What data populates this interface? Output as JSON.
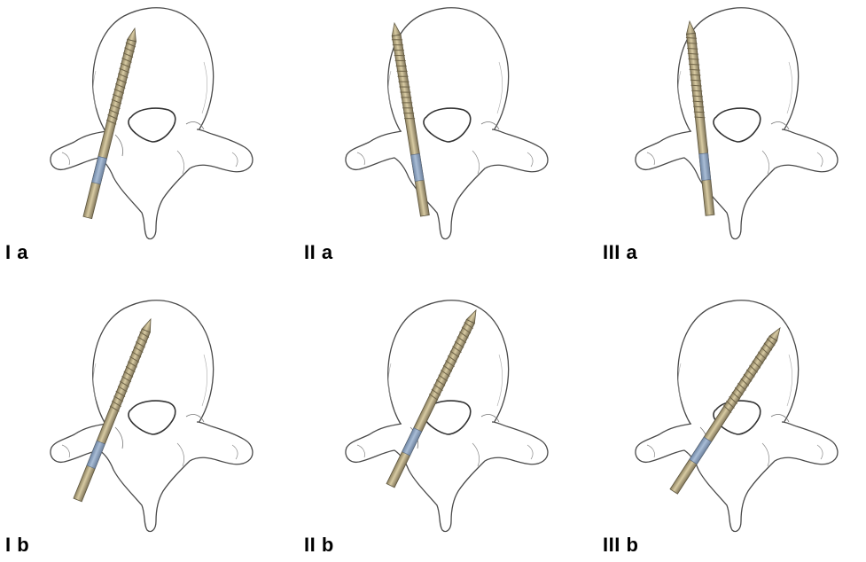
{
  "figure": {
    "panels": [
      {
        "id": "p1",
        "label": "I a"
      },
      {
        "id": "p2",
        "label": "II a"
      },
      {
        "id": "p3",
        "label": "III a"
      },
      {
        "id": "p4",
        "label": "I b"
      },
      {
        "id": "p5",
        "label": "II b"
      },
      {
        "id": "p6",
        "label": "III b"
      }
    ]
  },
  "colors": {
    "bone_outline": "#4a4a4a",
    "bone_fill": "#ffffff",
    "screw_body": "#c8b98e",
    "screw_dark": "#7d7257",
    "screw_marker": "#8fa6c4",
    "label": "#000000"
  }
}
